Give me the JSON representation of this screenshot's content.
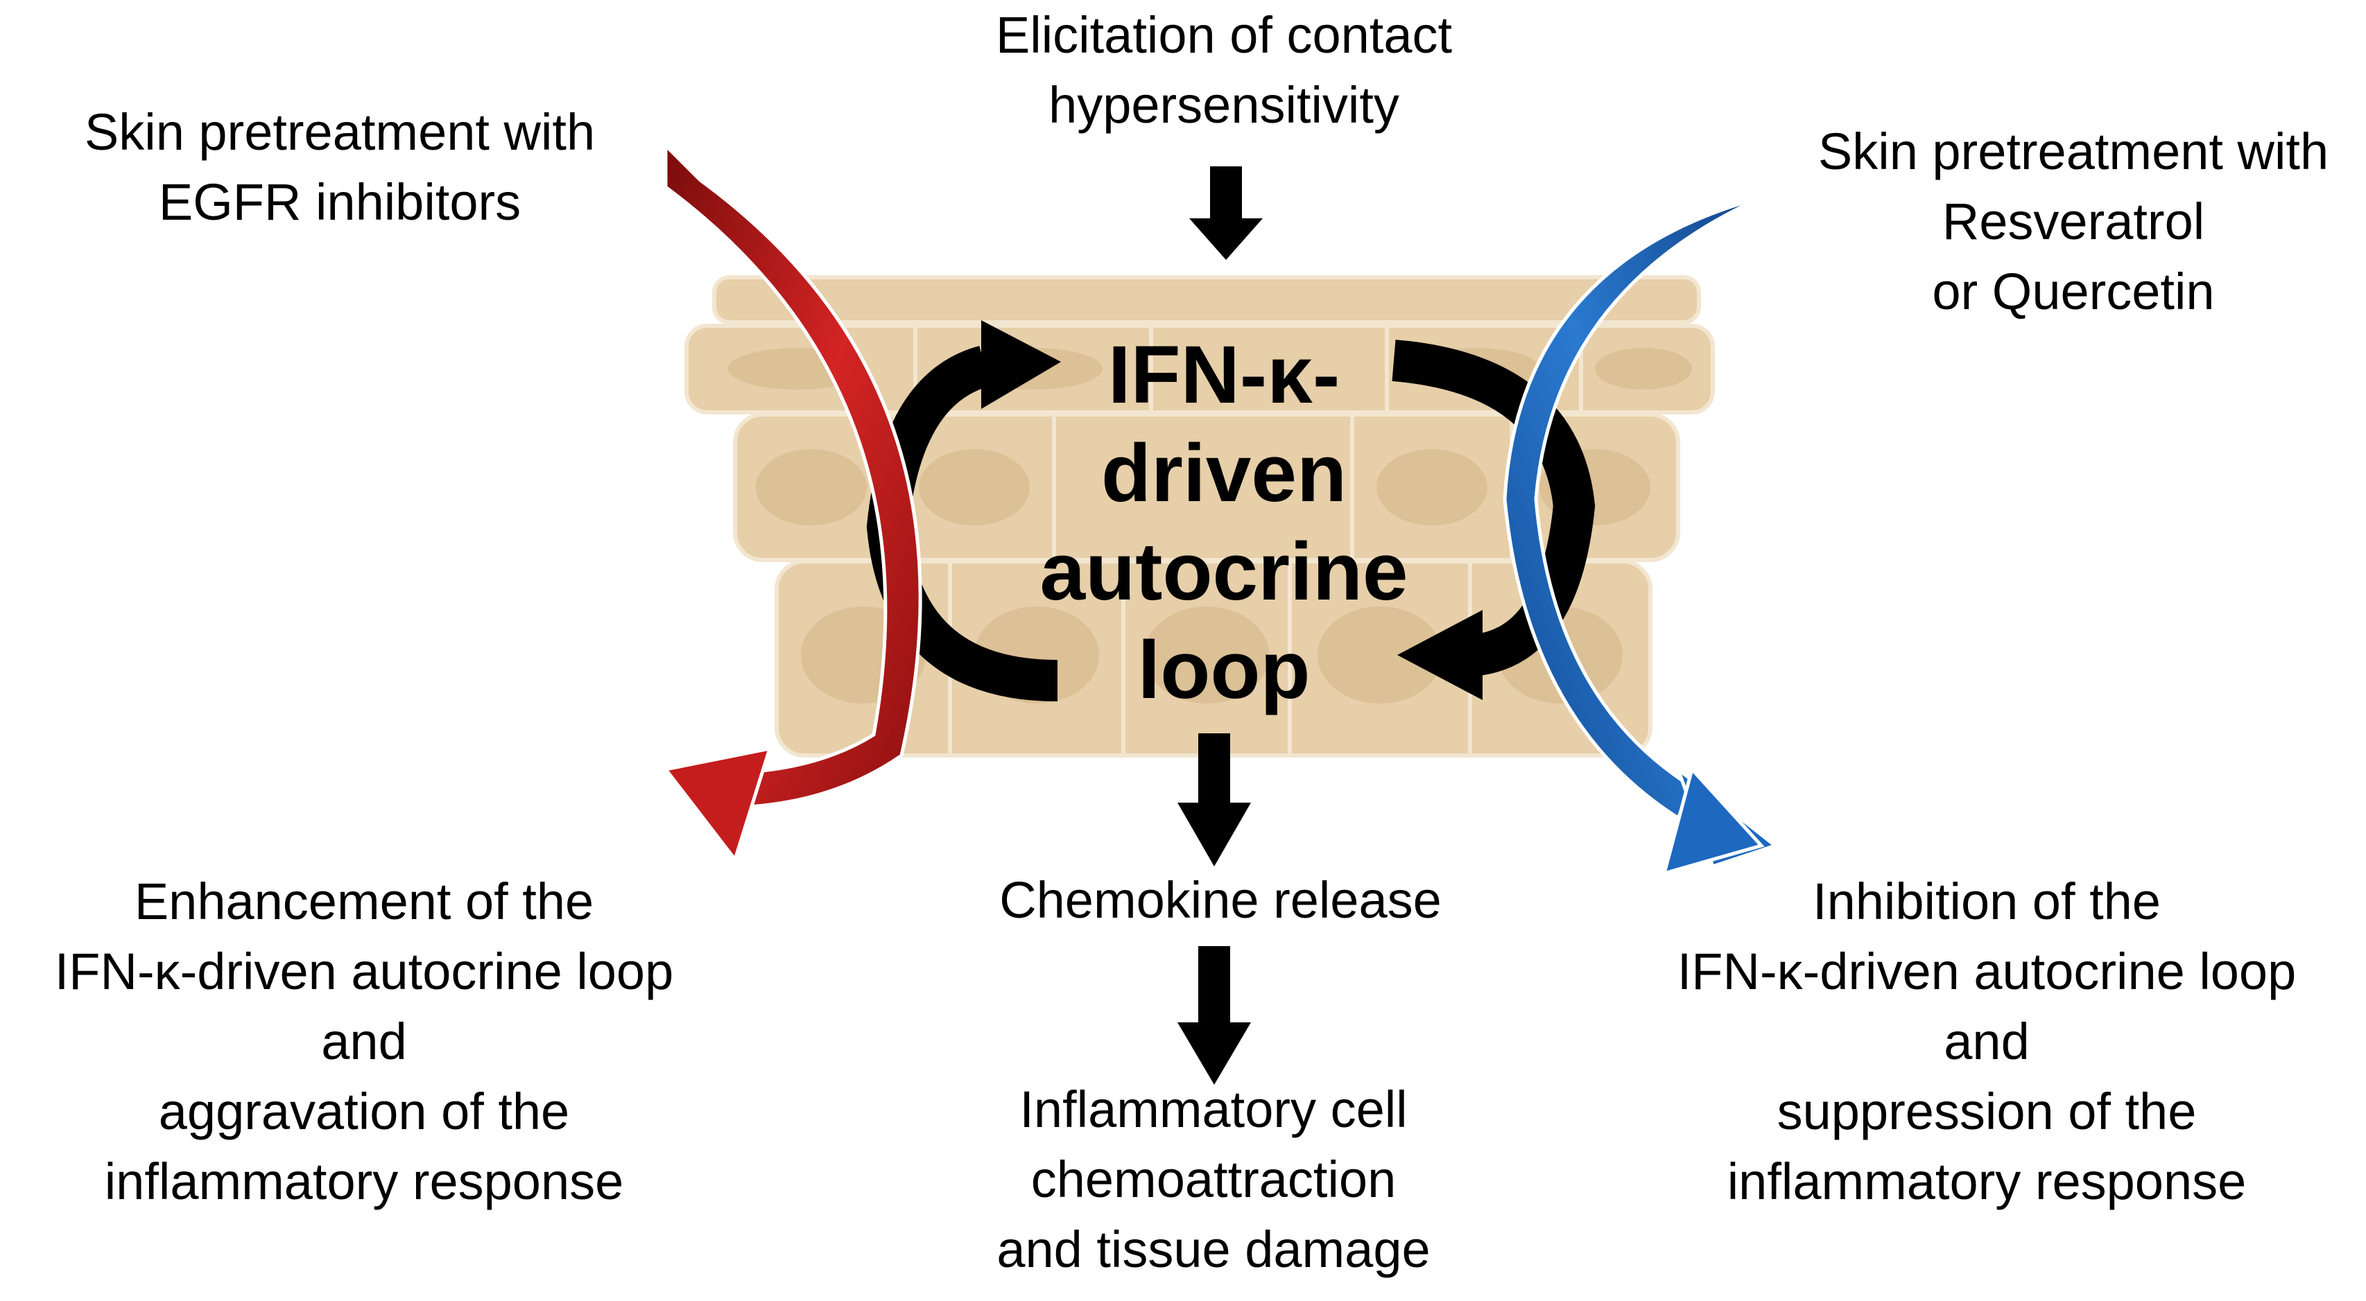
{
  "labels": {
    "top": [
      "Elicitation of contact",
      "hypersensitivity"
    ],
    "top_left": [
      "Skin pretreatment with",
      "EGFR inhibitors"
    ],
    "top_right": [
      "Skin pretreatment with",
      "Resveratrol",
      "or Quercetin"
    ],
    "center": [
      "IFN-κ-",
      "driven",
      "autocrine",
      "loop"
    ],
    "chemokine": "Chemokine release",
    "bottom_center": [
      "Inflammatory cell",
      "chemoattraction",
      "and tissue damage"
    ],
    "bottom_left": [
      "Enhancement of the",
      "IFN-κ-driven autocrine loop",
      "and",
      "aggravation of the",
      "inflammatory response"
    ],
    "bottom_right": [
      "Inhibition of the",
      "IFN-κ-driven autocrine loop",
      "and",
      "suppression of the",
      "inflammatory response"
    ]
  },
  "colors": {
    "skin": "#e6cfa9",
    "skin_dark": "#d9bd91",
    "enhance_arrow": "#b01818",
    "inhibit_arrow": "#1a5fb0",
    "loop_arrow": "#000000"
  }
}
